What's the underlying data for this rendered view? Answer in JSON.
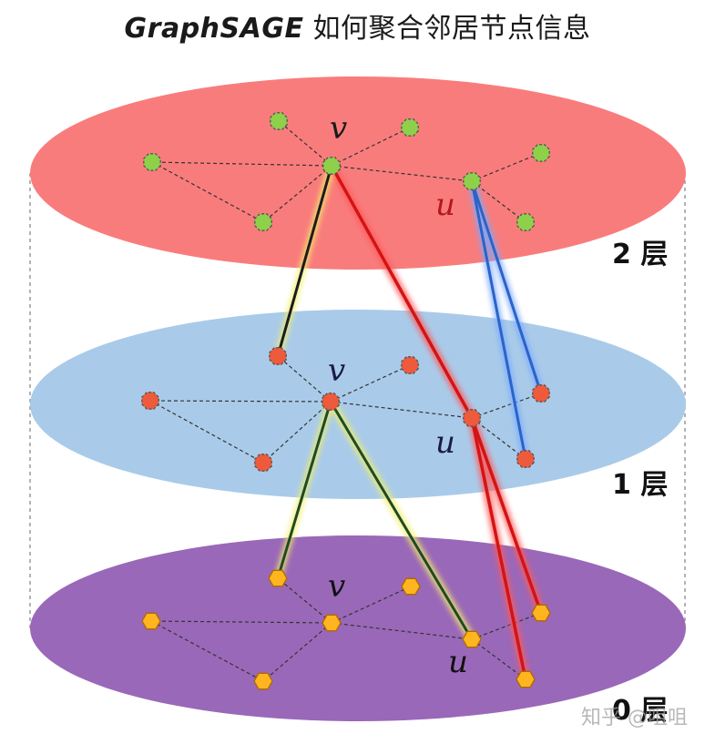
{
  "title": {
    "en": "GraphSAGE",
    "zh": "如何聚合邻居节点信息"
  },
  "layers": [
    {
      "label": "2 层",
      "color": "#f97c7c"
    },
    {
      "label": "1 层",
      "color": "#a9cbe9"
    },
    {
      "label": "0 层",
      "color": "#9a68b8"
    }
  ],
  "nodes": {
    "v": "v",
    "u": "u"
  },
  "colors": {
    "layer2_node": "#8fd04a",
    "layer1_node": "#ee5a3c",
    "layer0_node": "#ffb51f",
    "edge_v": "#1c1c1c",
    "edge_red": "#e01414",
    "edge_blue": "#2a64c8"
  },
  "watermark": "知乎 @咀咀"
}
